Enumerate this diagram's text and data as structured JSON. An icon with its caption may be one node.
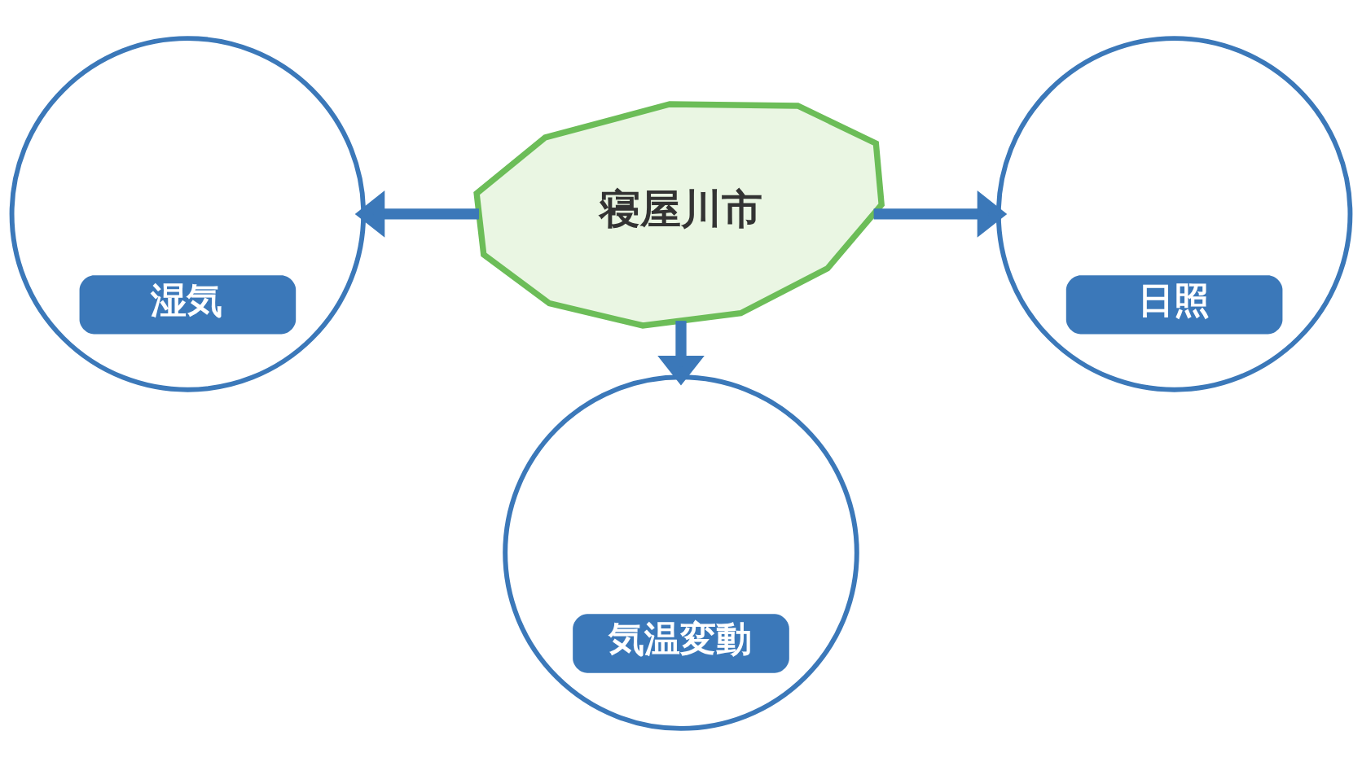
{
  "diagram": {
    "nodes": [
      {
        "text": [
          "寝屋川市"
        ]
      },
      {
        "text": [
          "湿気"
        ]
      },
      {
        "text": [
          "日照"
        ]
      },
      {
        "text": [
          "気温変動"
        ]
      }
    ],
    "edges": [
      {
        "from": 0,
        "to": 1,
        "arrow": "to"
      },
      {
        "from": 0,
        "to": 2,
        "arrow": "to"
      },
      {
        "from": 0,
        "to": 3,
        "arrow": "to"
      }
    ]
  }
}
